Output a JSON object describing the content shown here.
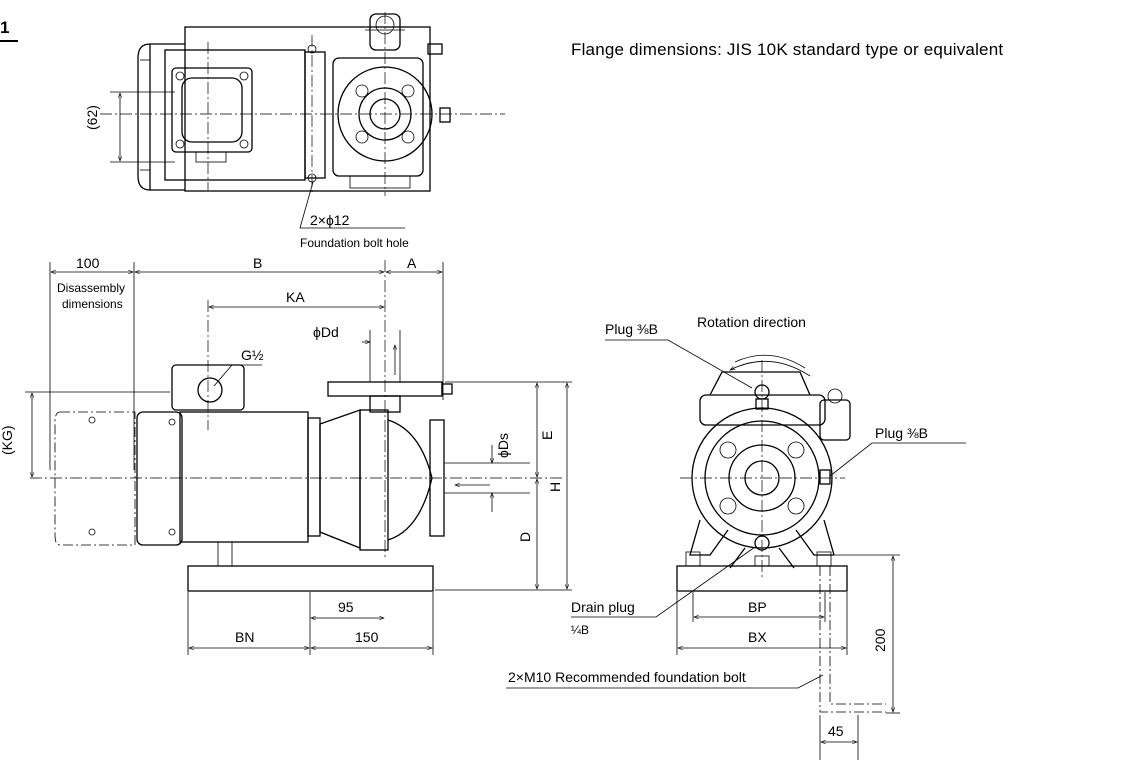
{
  "figure_number": "1",
  "note": "Flange dimensions: JIS 10K standard type or equivalent",
  "top_view": {
    "dim_62": "(62)",
    "bolt_hole_spec": "2×ϕ12",
    "bolt_hole_label": "Foundation bolt hole"
  },
  "side_view": {
    "dim_100": "100",
    "disassembly_line1": "Disassembly",
    "disassembly_line2": "dimensions",
    "dim_B": "B",
    "dim_A": "A",
    "dim_KA": "KA",
    "dim_Dd": "ϕDd",
    "conduit": "G½",
    "dim_KG": "(KG)",
    "dim_Ds": "ϕDs",
    "dim_E": "E",
    "dim_H": "H",
    "dim_D": "D",
    "dim_95": "95",
    "dim_BN": "BN",
    "dim_150": "150"
  },
  "front_view": {
    "plug_top": "Plug  ⅜B",
    "rotation": "Rotation direction",
    "plug_right": "Plug  ⅜B",
    "drain_plug": "Drain plug",
    "drain_size": "¼B",
    "dim_BP": "BP",
    "dim_BX": "BX",
    "dim_200": "200",
    "bolt_rec": "2×M10 Recommended foundation bolt",
    "dim_45": "45"
  }
}
